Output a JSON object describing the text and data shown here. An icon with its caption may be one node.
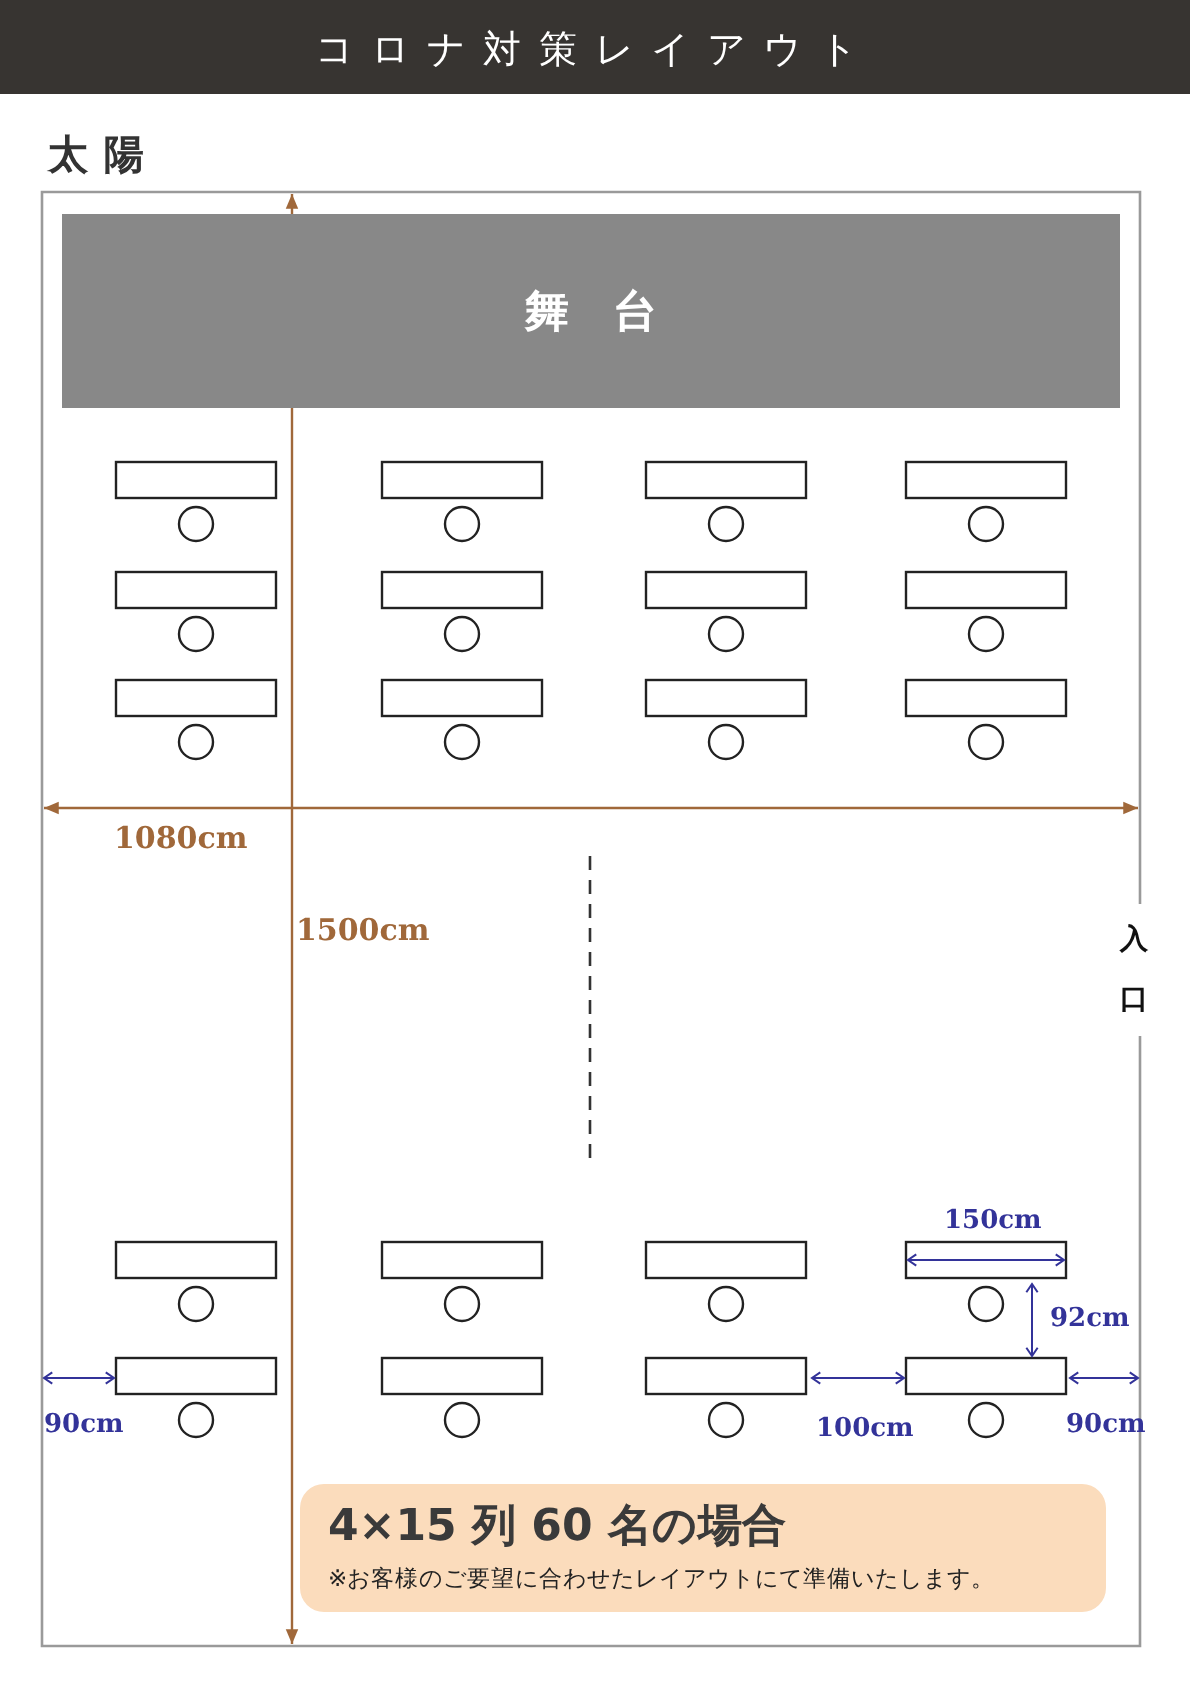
{
  "diagram": {
    "title": "コロナ対策レイアウト",
    "nodes": [
      {
        "text": [
          "舞台"
        ]
      },
      {
        "text": [
          "4×15 列 60 名の場合",
          "※お客様のご要望に合わせたレイアウトにて準備いたします。"
        ]
      }
    ],
    "labels": [
      "太陽",
      "1080cm",
      "1500cm",
      "入口",
      "150cm",
      "92cm",
      "90cm",
      "100cm",
      "90cm"
    ]
  }
}
